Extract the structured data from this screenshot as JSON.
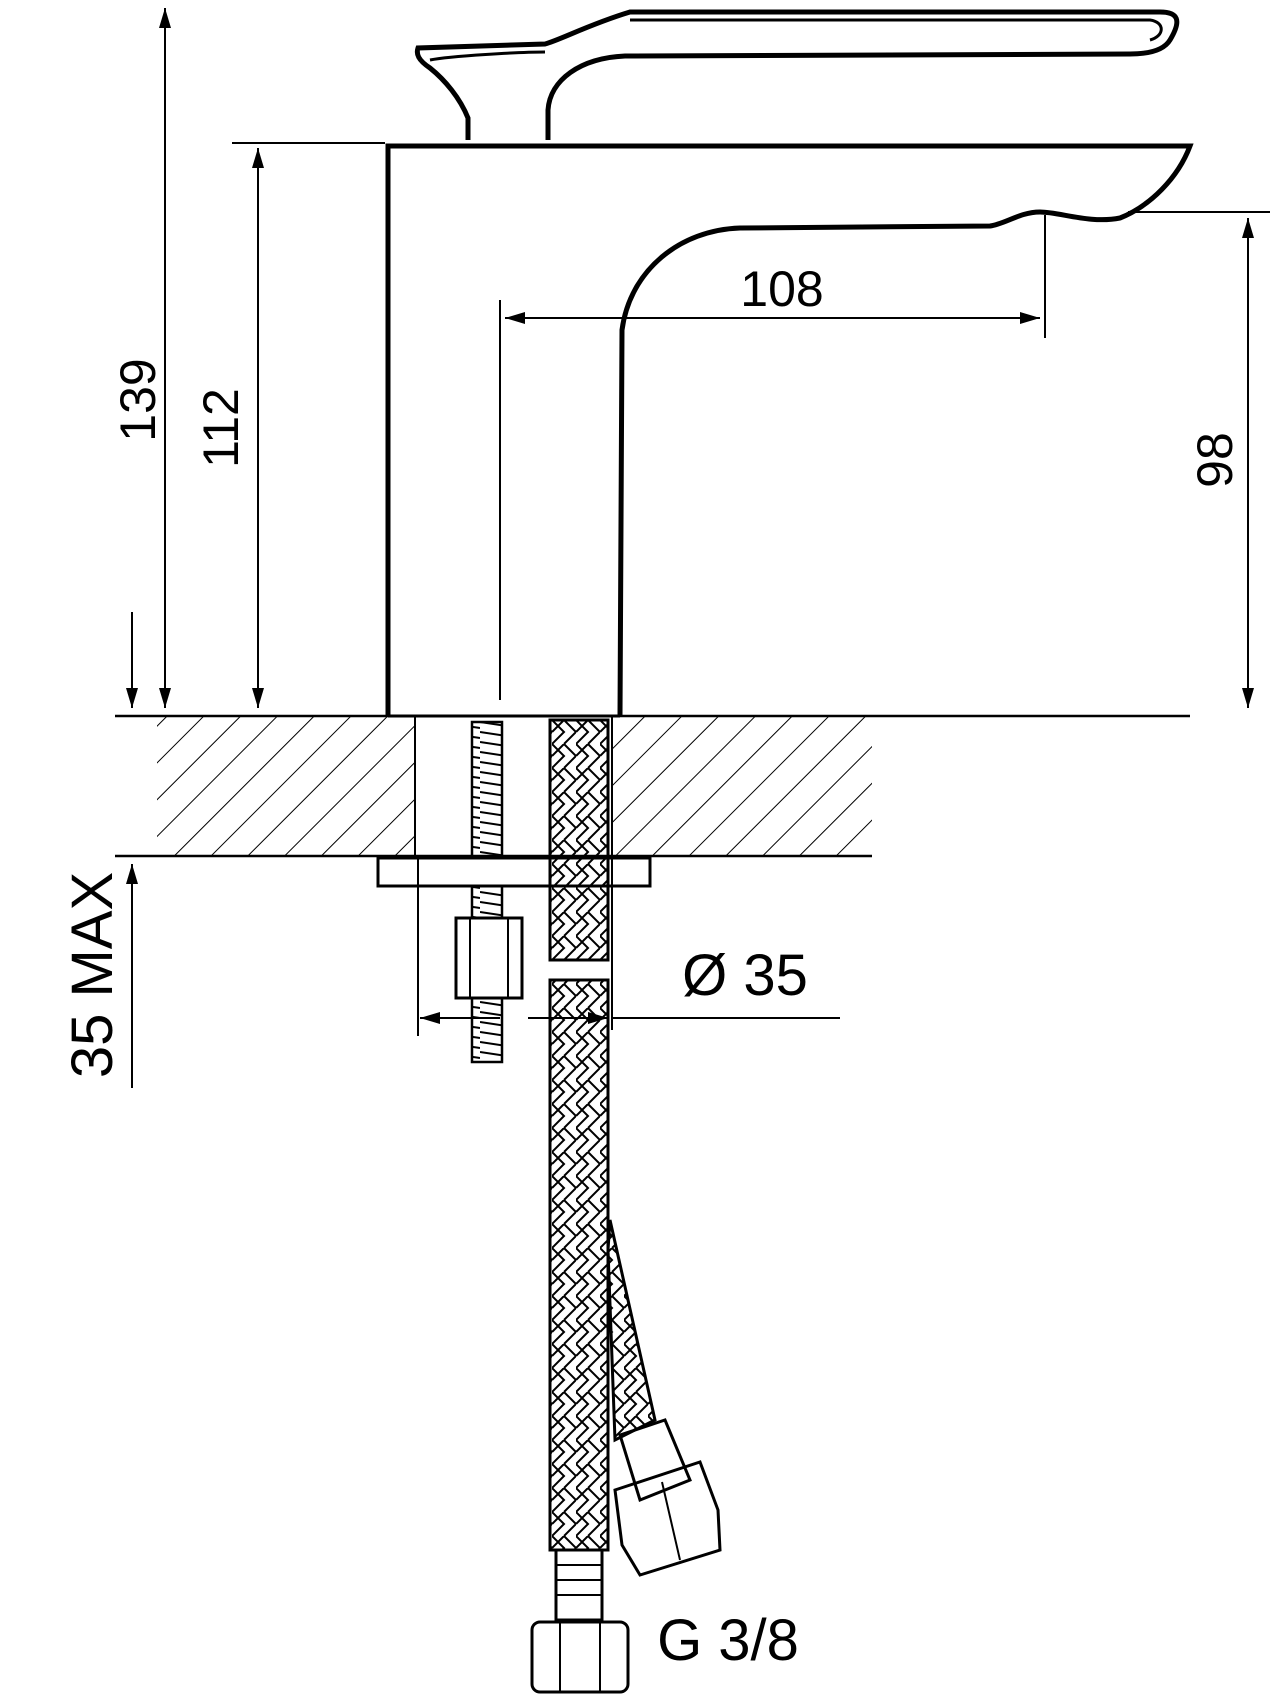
{
  "dimensions": {
    "total_height": "139",
    "body_height": "112",
    "spout_reach": "108",
    "spout_height": "98",
    "max_counter_thickness": "35 MAX",
    "hole_diameter": "Ø 35",
    "hose_thread": "G 3/8"
  },
  "colors": {
    "line": "#000000",
    "background": "#ffffff"
  }
}
